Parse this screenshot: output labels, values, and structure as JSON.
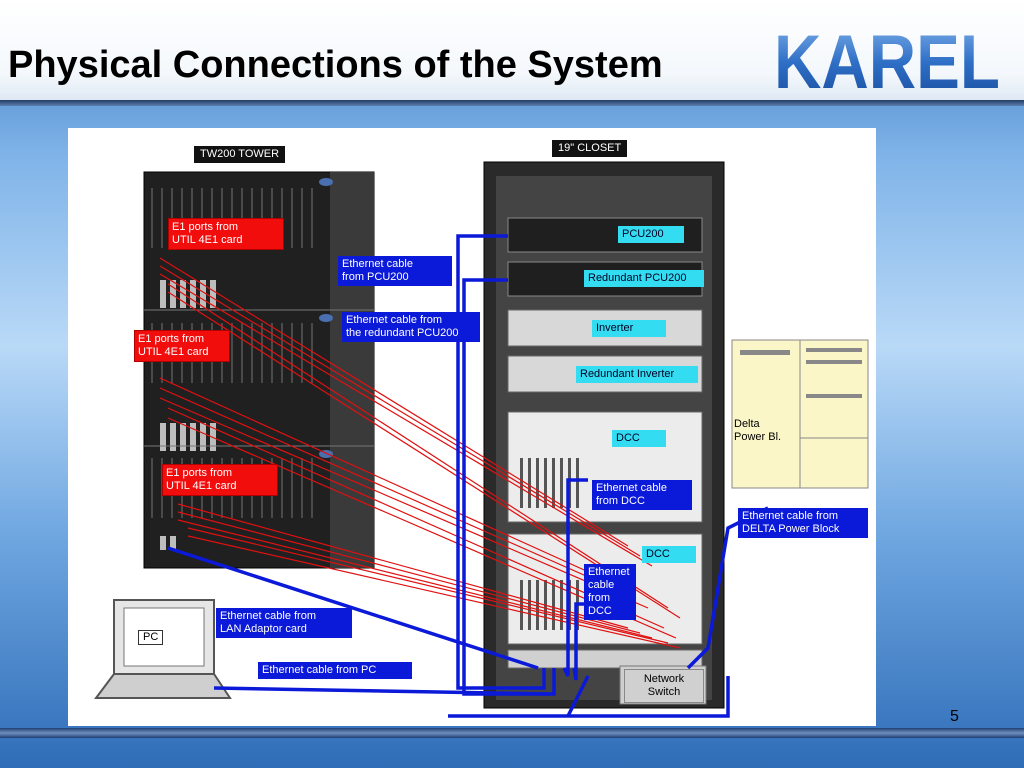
{
  "slide": {
    "title": "Physical Connections of the System",
    "logo_text": "KAREL",
    "page_number": "5"
  },
  "colors": {
    "ethernet_cable": "#0b19d8",
    "e1_cable": "#e01010",
    "label_red": "#f20d0d",
    "label_cyan": "#34dcf2"
  },
  "diagram": {
    "tower_title": "TW200 TOWER",
    "closet_title": "19\" CLOSET",
    "e1_labels": [
      "E1 ports from\nUTIL 4E1 card",
      "E1 ports from\nUTIL 4E1 card",
      "E1 ports from\nUTIL 4E1 card"
    ],
    "ethernet_labels": {
      "pcu200": "Ethernet cable\nfrom PCU200",
      "redundant_pcu200": "Ethernet cable from\nthe redundant PCU200",
      "dcc_1": "Ethernet cable\nfrom DCC",
      "dcc_2": "Ethernet\ncable\nfrom\nDCC",
      "delta": "Ethernet cable from\nDELTA Power Block",
      "lan_adaptor": "Ethernet cable from\nLAN Adaptor card",
      "pc": "Ethernet cable from PC"
    },
    "rack_units": {
      "pcu200": "PCU200",
      "redundant_pcu200": "Redundant PCU200",
      "inverter": "Inverter",
      "redundant_inverter": "Redundant Inverter",
      "dcc_1": "DCC",
      "dcc_2": "DCC"
    },
    "network_switch": "Network\nSwitch",
    "delta_block": "Delta\nPower Bl.",
    "pc": "PC"
  }
}
